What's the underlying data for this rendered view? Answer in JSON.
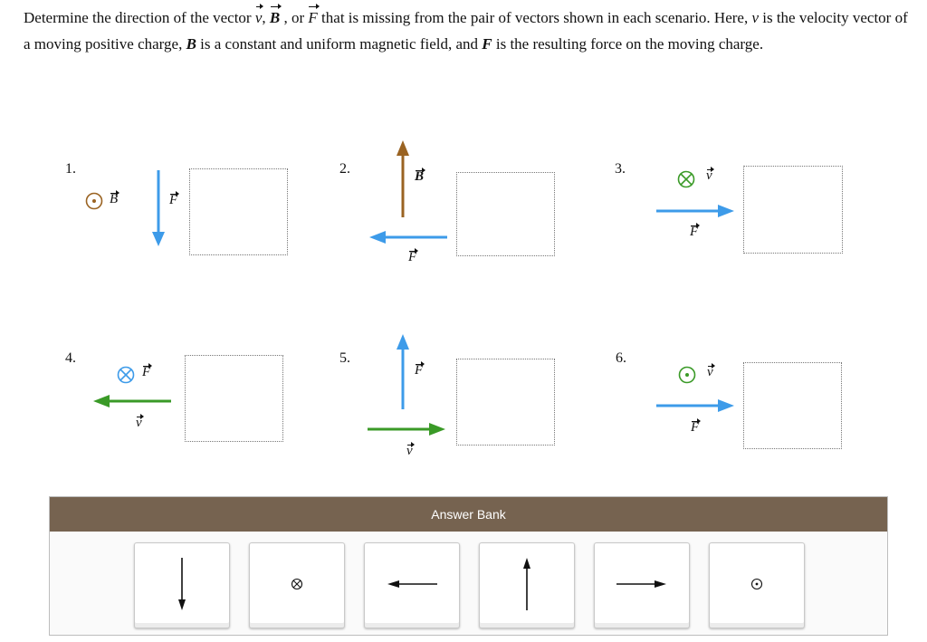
{
  "question": {
    "p1": "Determine the direction of the vector ",
    "v": "v",
    "c1": ", ",
    "B": "B",
    "c2": " , or ",
    "F": "F",
    "p2": " that is missing from the pair of vectors shown in each scenario. Here, ",
    "v_plain": "v",
    "p3": " is the velocity vector of a moving positive charge, ",
    "B_bold": "B",
    "p4": " is a constant and uniform magnetic field, and ",
    "F_bold": "F",
    "p5": " is the resulting force on the moving charge."
  },
  "scenarios": [
    {
      "number": "1.",
      "labels": [
        "B",
        "F"
      ]
    },
    {
      "number": "2.",
      "labels": [
        "B",
        "F"
      ]
    },
    {
      "number": "3.",
      "labels": [
        "v",
        "F"
      ]
    },
    {
      "number": "4.",
      "labels": [
        "F",
        "v"
      ]
    },
    {
      "number": "5.",
      "labels": [
        "F",
        "v"
      ]
    },
    {
      "number": "6.",
      "labels": [
        "v",
        "F"
      ]
    }
  ],
  "answer_bank": {
    "title": "Answer Bank",
    "tiles": [
      "down-arrow-icon",
      "into-page-icon",
      "left-arrow-icon",
      "up-arrow-icon",
      "right-arrow-icon",
      "out-of-page-icon"
    ]
  },
  "colors": {
    "blue": "#3d9be9",
    "brown": "#9a6322",
    "green": "#3a9a27",
    "header": "#766350"
  }
}
